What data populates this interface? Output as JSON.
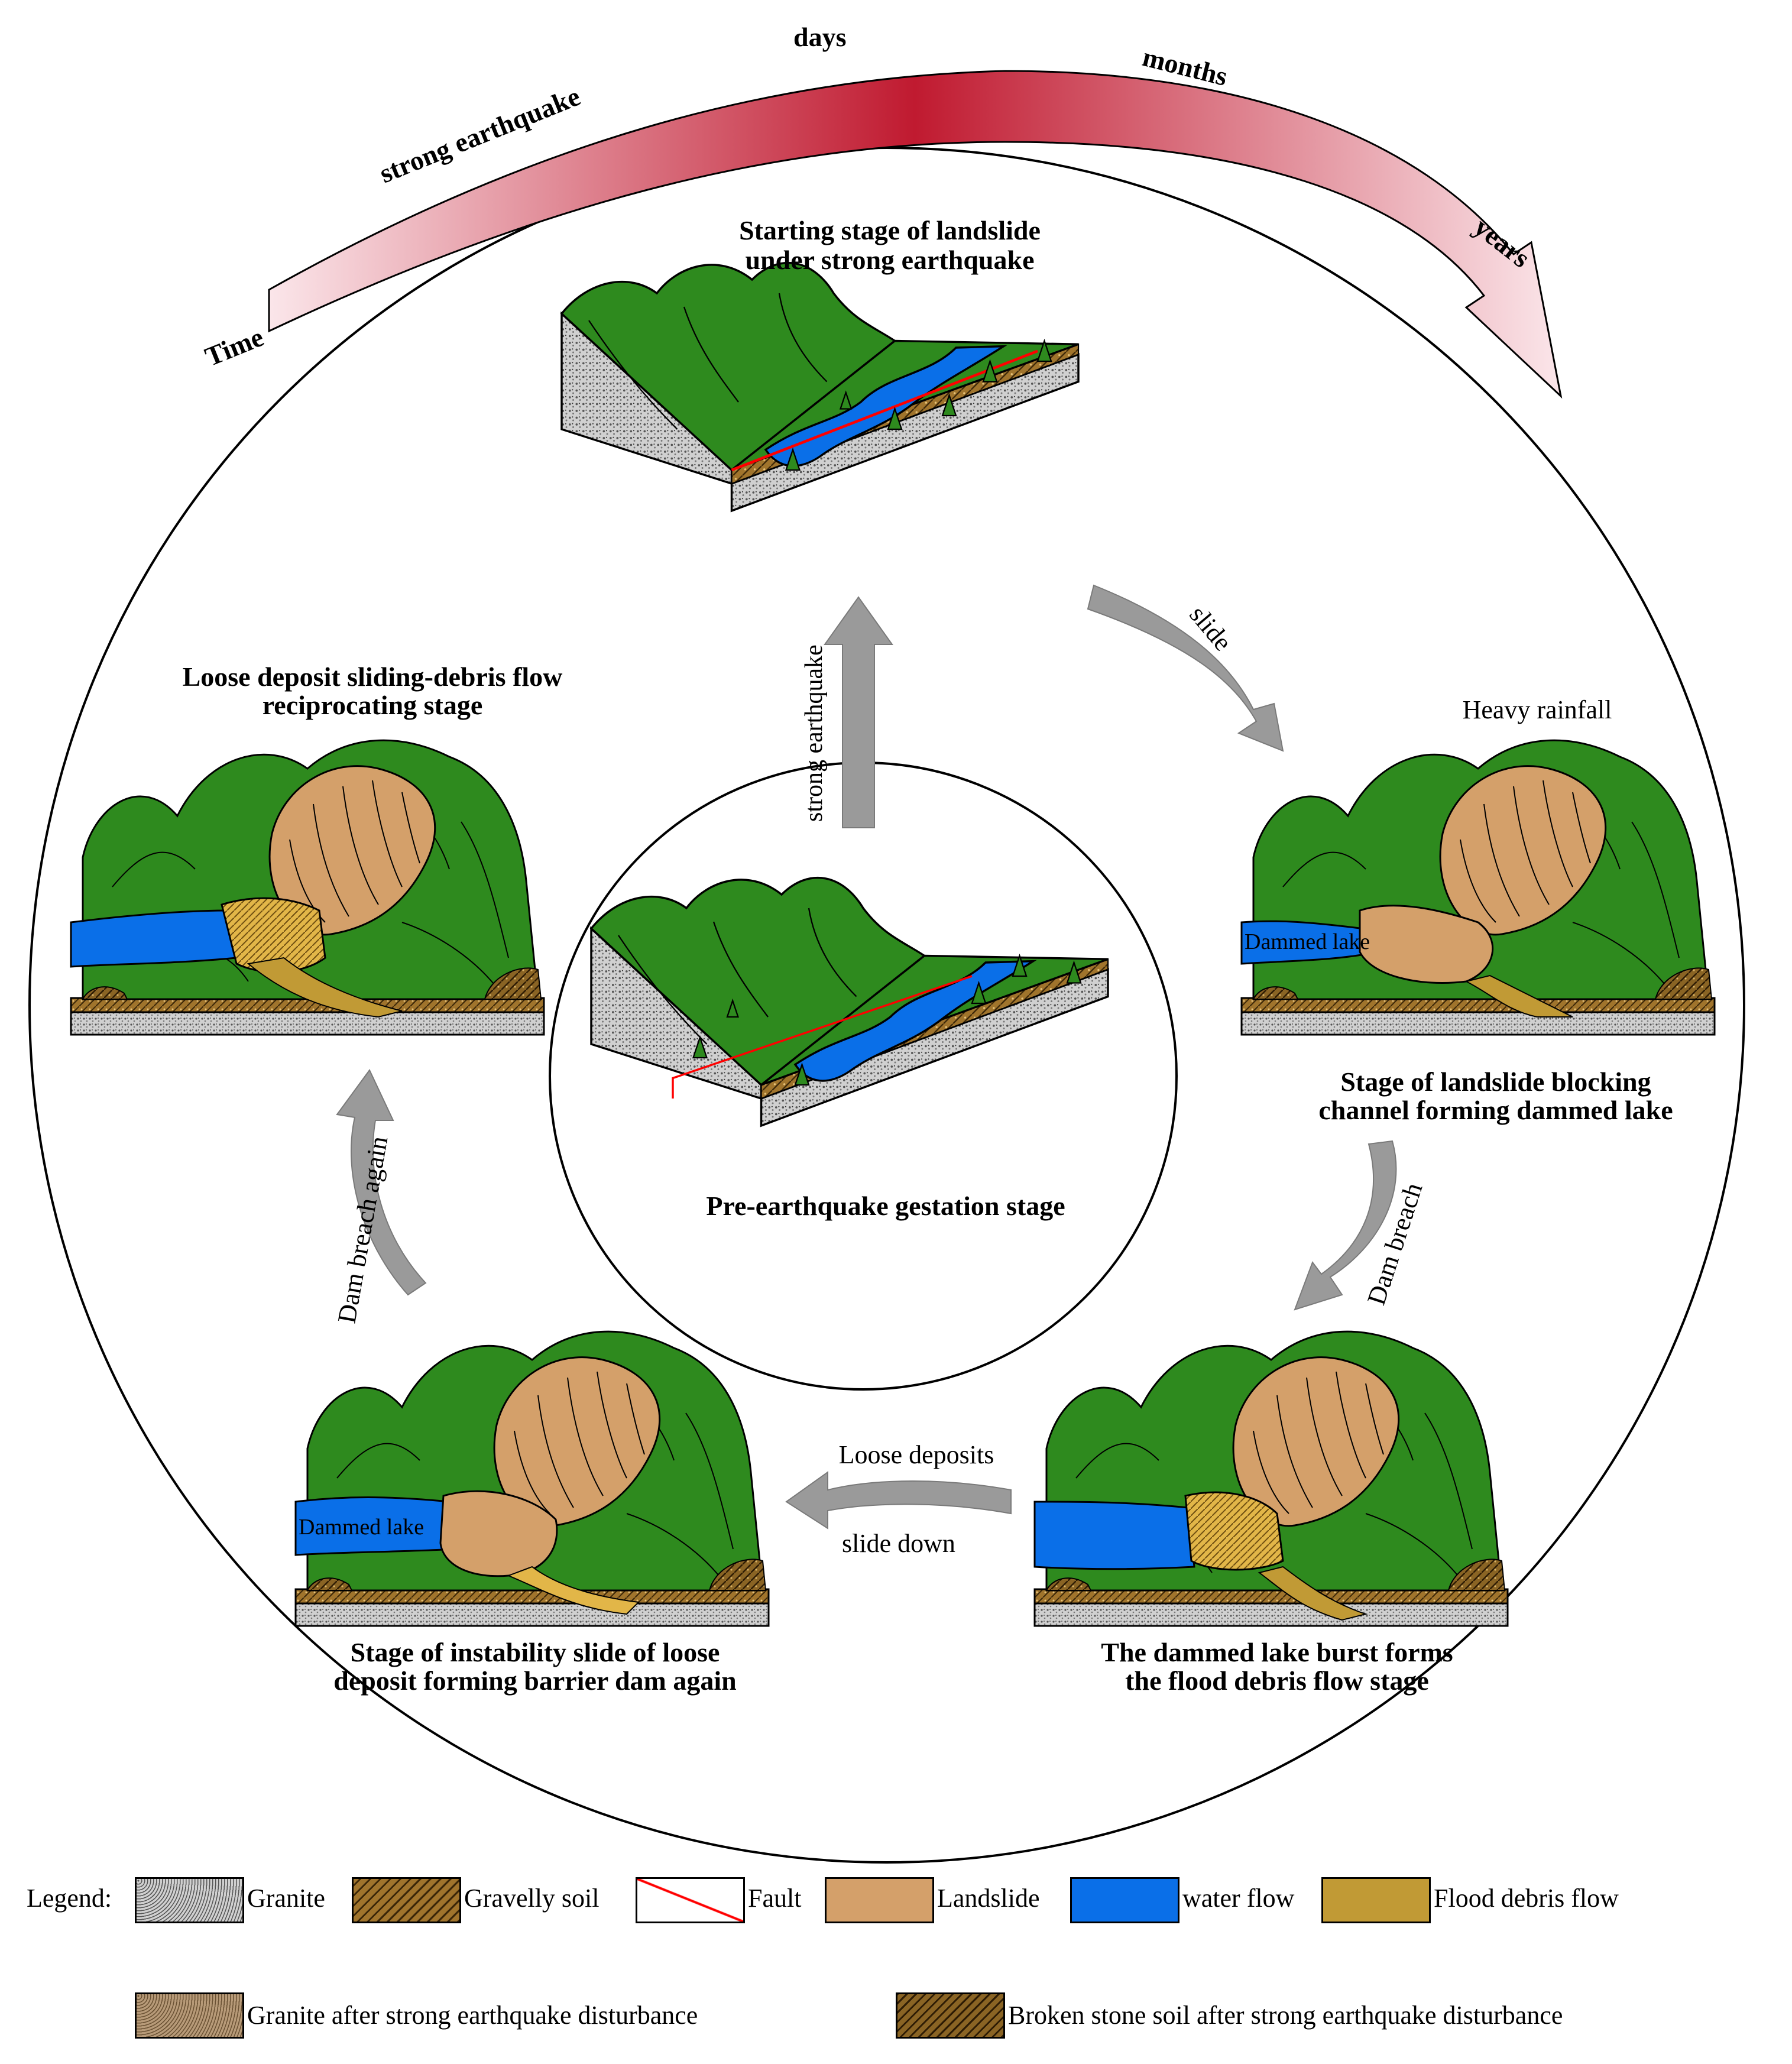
{
  "timeline": {
    "start": "Time",
    "marks": [
      "strong earthquake",
      "days",
      "months",
      "years"
    ],
    "gradient_colors": [
      "#fbe6ea",
      "#c01a30",
      "#fbe6ea"
    ]
  },
  "stages": {
    "starting": [
      "Starting stage of landslide",
      "under strong earthquake"
    ],
    "pre": "Pre-earthquake gestation stage",
    "blocking": [
      "Stage of landslide blocking",
      "channel forming dammed lake"
    ],
    "burst": [
      "The dammed lake burst forms",
      "the flood debris flow stage"
    ],
    "instability": [
      "Stage of instability slide of loose",
      "deposit forming barrier dam again"
    ],
    "reciprocating": [
      "Loose deposit sliding-debris flow",
      "reciprocating stage"
    ]
  },
  "arrows": {
    "strong_earthquake": "strong earthquake",
    "slide": "slide",
    "heavy_rainfall": "Heavy rainfall",
    "dam_breach": "Dam breach",
    "loose_deposits": [
      "Loose deposits",
      "slide down"
    ],
    "dam_breach_again": "Dam breach again"
  },
  "panel_labels": {
    "dammed_lake": "Dammed lake"
  },
  "legend": {
    "title": "Legend:",
    "items": [
      {
        "label": "Granite",
        "color": "#bdbdbd"
      },
      {
        "label": "Gravelly soil",
        "color": "#a0742c"
      },
      {
        "label": "Fault",
        "color": "#ff0000"
      },
      {
        "label": "Landslide",
        "color": "#d4a06a"
      },
      {
        "label": "water flow",
        "color": "#0a6fe8"
      },
      {
        "label": "Flood debris flow",
        "color": "#c19a35"
      }
    ],
    "items2": [
      {
        "label": "Granite after strong earthquake disturbance",
        "color": "#b79a78"
      },
      {
        "label": "Broken stone soil after strong earthquake disturbance",
        "color": "#8a6424"
      }
    ]
  },
  "colors": {
    "vegetation": "#2e8a1e",
    "water": "#0a6fe8",
    "landslide": "#d4a06a",
    "granite": "#bdbdbd",
    "soil": "#a0742c",
    "arrow": "#9a9a9a"
  }
}
